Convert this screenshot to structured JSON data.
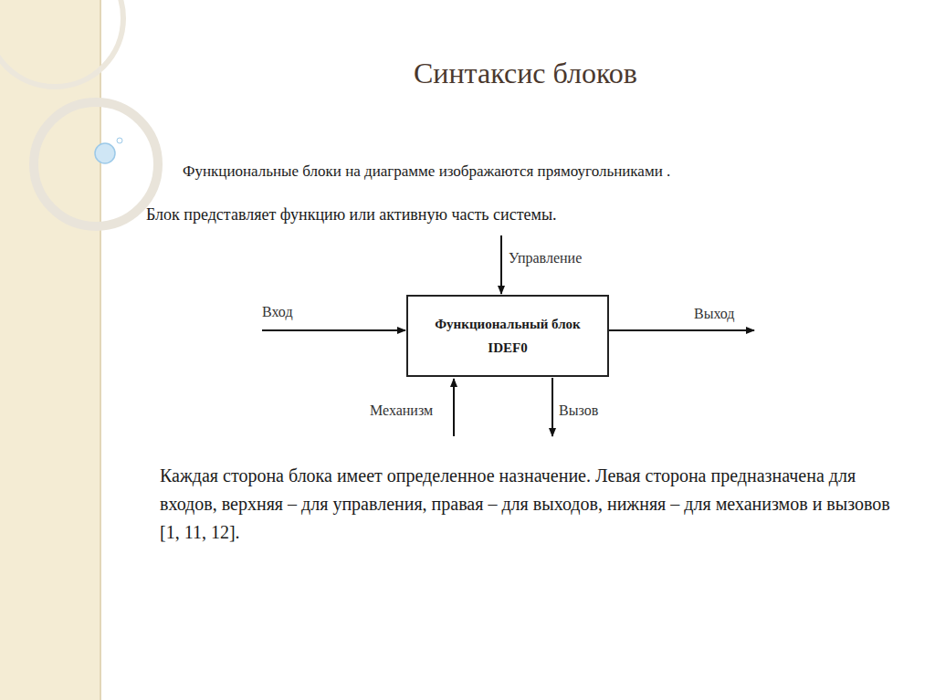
{
  "diagram": {
    "title": "Синтаксис блоков",
    "nodes": [
      {
        "text": [
          "Функциональный блок IDEF0"
        ]
      }
    ],
    "labels": [
      "Функциональные блоки на диаграмме изображаются прямоугольниками .",
      "Блок представляет функцию или активную часть системы.",
      "Управление",
      "Вход",
      "Выход",
      "Механизм",
      "Вызов",
      "Каждая сторона блока имеет определенное назначение. Левая сторона предназначена для входов, верхняя – для управления, правая – для выходов, нижняя – для механизмов и вызовов [1, 11, 12]."
    ]
  }
}
